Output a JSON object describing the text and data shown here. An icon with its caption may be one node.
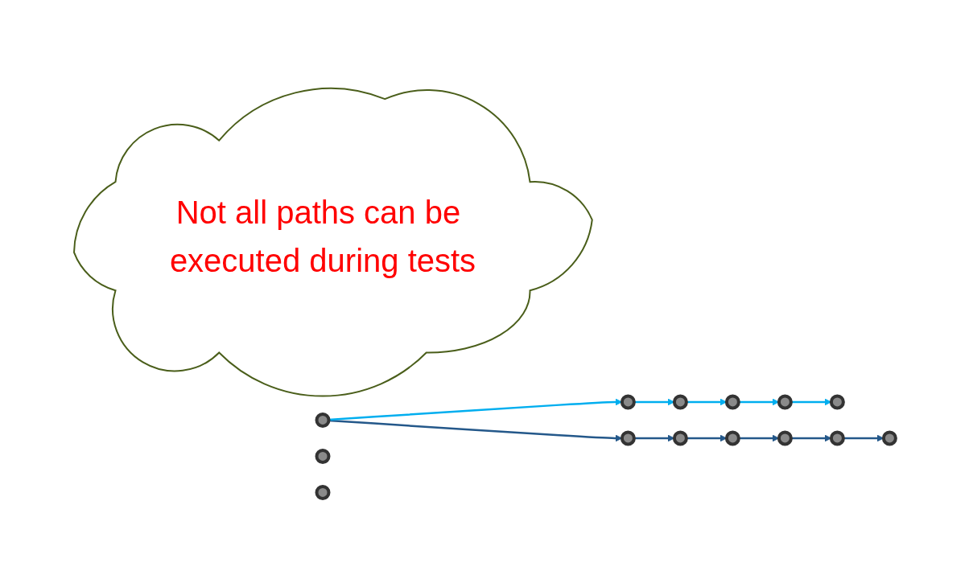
{
  "diagram": {
    "nodes": [
      {
        "text": [
          "Not all paths can be executed during tests"
        ]
      },
      {
        "text": [],
        "shape": "circle"
      },
      {
        "text": [],
        "shape": "circle"
      },
      {
        "text": [],
        "shape": "circle"
      },
      {
        "text": [],
        "shape": "circle"
      },
      {
        "text": [],
        "shape": "circle"
      },
      {
        "text": [],
        "shape": "circle"
      },
      {
        "text": [],
        "shape": "circle"
      },
      {
        "text": [],
        "shape": "circle"
      },
      {
        "text": [],
        "shape": "circle"
      },
      {
        "text": [],
        "shape": "circle"
      },
      {
        "text": [],
        "shape": "circle"
      },
      {
        "text": [],
        "shape": "circle"
      },
      {
        "text": [],
        "shape": "circle"
      },
      {
        "text": [],
        "shape": "circle"
      }
    ],
    "edges": [
      {
        "from": 1,
        "to": 3,
        "arrow": "to"
      },
      {
        "from": 3,
        "to": 5,
        "arrow": "to"
      },
      {
        "from": 5,
        "to": 7,
        "arrow": "to"
      },
      {
        "from": 7,
        "to": 10,
        "arrow": "to"
      },
      {
        "from": 10,
        "to": 13,
        "arrow": "to"
      },
      {
        "from": 13,
        "to": 14,
        "arrow": "to"
      },
      {
        "from": 1,
        "to": 2,
        "arrow": "to",
        "color": "#00aeef"
      },
      {
        "from": 2,
        "to": 4,
        "arrow": "to",
        "color": "#00aeef"
      },
      {
        "from": 4,
        "to": 6,
        "arrow": "to",
        "color": "#00aeef"
      },
      {
        "from": 6,
        "to": 9,
        "arrow": "to",
        "color": "#00aeef"
      },
      {
        "from": 9,
        "to": 12,
        "arrow": "to",
        "color": "#00aeef"
      }
    ]
  }
}
